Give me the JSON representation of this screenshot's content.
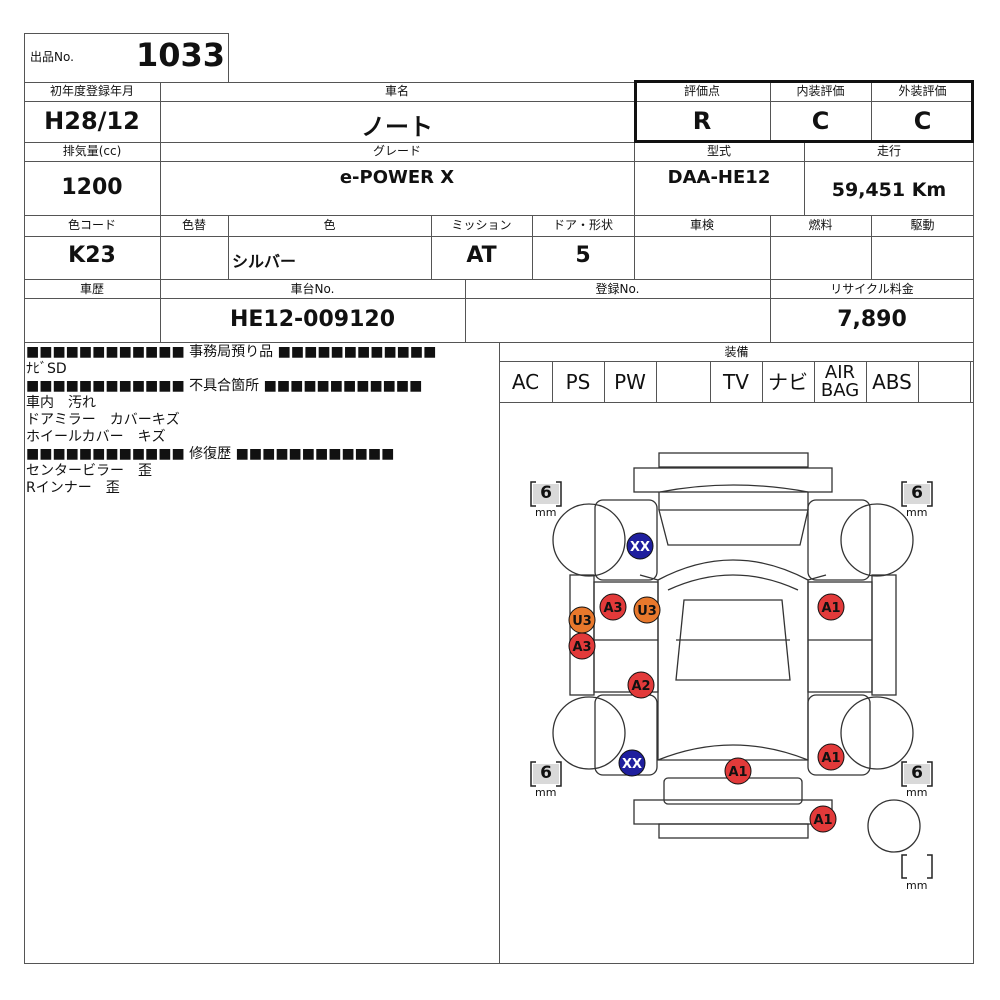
{
  "lot": {
    "label": "出品No.",
    "number": "1033"
  },
  "headers": {
    "first_reg": "初年度登録年月",
    "car_name": "車名",
    "score": "評価点",
    "interior": "内装評価",
    "exterior": "外装評価",
    "displacement": "排気量(cc)",
    "grade": "グレード",
    "model": "型式",
    "mileage": "走行",
    "color_code": "色コード",
    "color_change": "色替",
    "color": "色",
    "transmission": "ミッション",
    "doors": "ドア・形状",
    "inspection": "車検",
    "fuel": "燃料",
    "drive": "駆動",
    "history": "車歴",
    "chassis": "車台No.",
    "reg_no": "登録No.",
    "recycle": "リサイクル料金",
    "equipment": "装備"
  },
  "values": {
    "first_reg": "H28/12",
    "car_name": "ノート",
    "score": "R",
    "interior": "C",
    "exterior": "C",
    "displacement": "1200",
    "grade": "e-POWER X",
    "model": "DAA-HE12",
    "mileage": "59,451 Km",
    "color_code": "K23",
    "color_change": "",
    "color": "シルバー",
    "transmission": "AT",
    "doors": "5",
    "inspection": "",
    "fuel": "",
    "drive": "",
    "history": "",
    "chassis": "HE12-009120",
    "reg_no": "",
    "recycle": "7,890"
  },
  "equipment": [
    "AC",
    "PS",
    "PW",
    "",
    "TV",
    "ナビ",
    "AIR\nBAG",
    "ABS",
    ""
  ],
  "notes": [
    "■■■■■■■■■■■■ 事務局預り品 ■■■■■■■■■■■■",
    "ﾅﾋﾞSD",
    "■■■■■■■■■■■■ 不具合箇所 ■■■■■■■■■■■■",
    "車内　汚れ",
    "ドアミラー　カバーキズ",
    "ホイールカバー　キズ",
    "■■■■■■■■■■■■ 修復歴 ■■■■■■■■■■■■",
    "センタービラー　歪",
    "Rインナー　歪"
  ],
  "tires": {
    "fl": "6",
    "fr": "6",
    "rl": "6",
    "rr": "6",
    "spare": "",
    "unit": "mm"
  },
  "damage_marks": [
    {
      "code": "XX",
      "color": "#1f1f9e",
      "text_color": "#ffffff"
    },
    {
      "code": "A3",
      "color": "#e23a3a",
      "text_color": "#111111"
    },
    {
      "code": "U3",
      "color": "#e8782c",
      "text_color": "#111111"
    },
    {
      "code": "U3",
      "color": "#e8782c",
      "text_color": "#111111"
    },
    {
      "code": "A3",
      "color": "#e23a3a",
      "text_color": "#111111"
    },
    {
      "code": "A1",
      "color": "#e23a3a",
      "text_color": "#111111"
    },
    {
      "code": "A2",
      "color": "#e23a3a",
      "text_color": "#111111"
    },
    {
      "code": "XX",
      "color": "#1f1f9e",
      "text_color": "#ffffff"
    },
    {
      "code": "A1",
      "color": "#e23a3a",
      "text_color": "#111111"
    },
    {
      "code": "A1",
      "color": "#e23a3a",
      "text_color": "#111111"
    },
    {
      "code": "A1",
      "color": "#e23a3a",
      "text_color": "#111111"
    }
  ]
}
